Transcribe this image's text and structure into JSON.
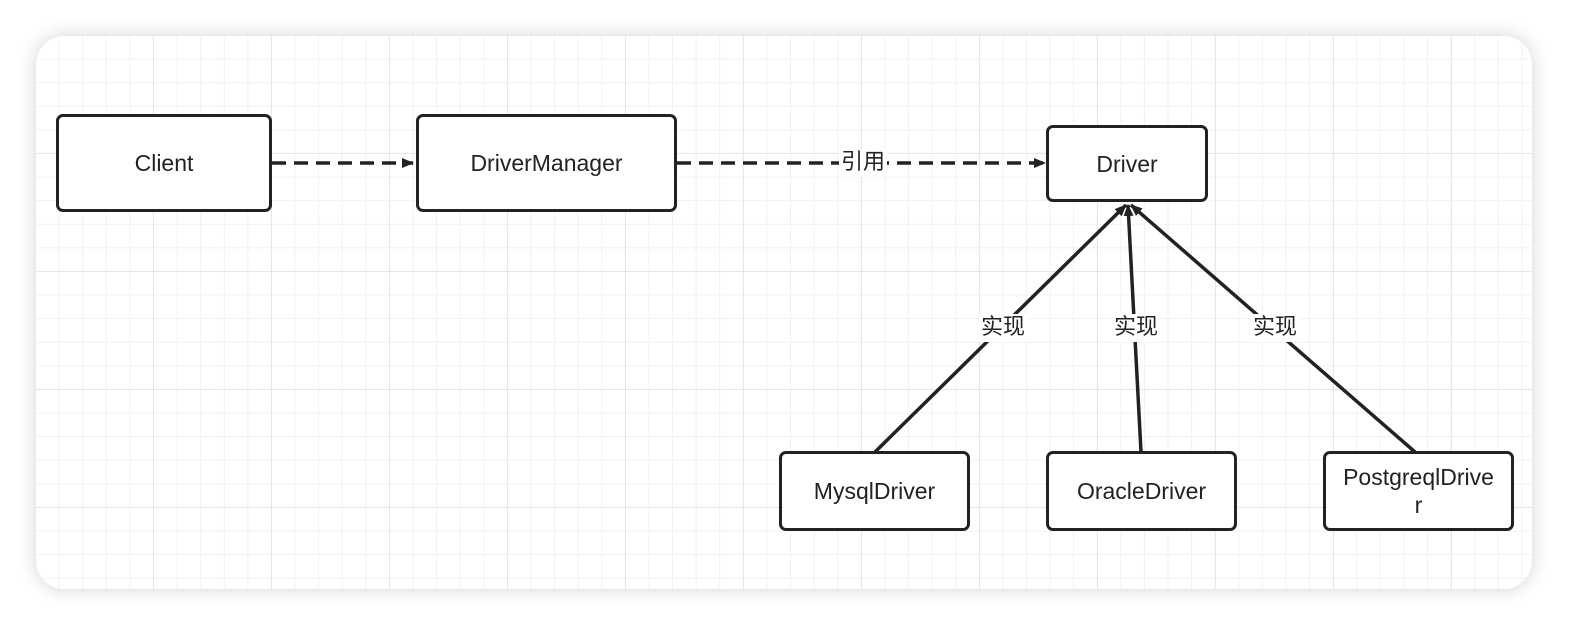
{
  "diagram": {
    "nodes": {
      "client": "Client",
      "driver_manager": "DriverManager",
      "driver": "Driver",
      "mysql_driver": "MysqlDriver",
      "oracle_driver": "OracleDriver",
      "postgreql_driver": "PostgreqlDriver"
    },
    "edges": {
      "client_to_manager": {
        "from": "Client",
        "to": "DriverManager",
        "label": "",
        "style": "dashed"
      },
      "manager_to_driver": {
        "from": "DriverManager",
        "to": "Driver",
        "label": "引用",
        "style": "dashed"
      },
      "mysql_to_driver": {
        "from": "MysqlDriver",
        "to": "Driver",
        "label": "实现",
        "style": "solid"
      },
      "oracle_to_driver": {
        "from": "OracleDriver",
        "to": "Driver",
        "label": "实现",
        "style": "solid"
      },
      "postgreql_to_driver": {
        "from": "PostgreqlDriver",
        "to": "Driver",
        "label": "实现",
        "style": "solid"
      }
    },
    "colors": {
      "stroke": "#222222",
      "grid": "#e6e6e6",
      "background": "#ffffff"
    }
  }
}
